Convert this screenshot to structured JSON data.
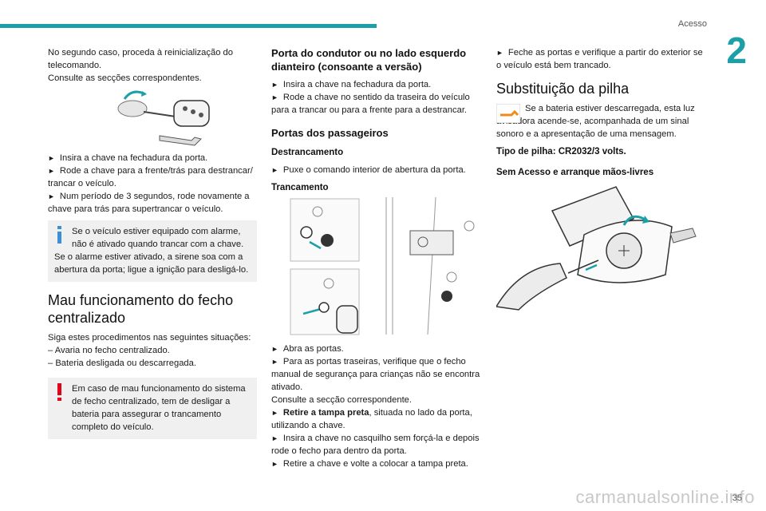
{
  "header": {
    "title": "Acesso",
    "chapter": "2",
    "page_number": "35"
  },
  "watermark": "carmanualsonline.info",
  "col1": {
    "intro": [
      "No segundo caso, proceda à reinicialização do telecomando.",
      "Consulte as secções correspondentes."
    ],
    "steps": [
      "Insira a chave na fechadura da porta.",
      "Rode a chave para a frente/trás para destrancar/ trancar o veículo.",
      "Num período de 3 segundos, rode novamente a chave para trás para supertrancar o veículo."
    ],
    "info_note": {
      "first": "Se o veículo estiver equipado com alarme, não é ativado quando trancar com a chave.",
      "second": "Se o alarme estiver ativado, a sirene soa com a abertura da porta; ligue a ignição para desligá-lo."
    },
    "section_title": "Mau funcionamento do fecho centralizado",
    "section_intro": "Siga estes procedimentos nas seguintes situações:",
    "situations": [
      "– Avaria no fecho centralizado.",
      "– Bateria desligada ou descarregada."
    ],
    "warning_note": "Em caso de mau funcionamento do sistema de fecho centralizado, tem de desligar a bateria para assegurar o trancamento completo do veículo."
  },
  "col2": {
    "heading1": "Porta do condutor ou no lado esquerdo dianteiro (consoante a versão)",
    "steps1": [
      "Insira a chave na fechadura da porta.",
      "Rode a chave no sentido da traseira do veículo para a trancar ou para a frente para a destrancar."
    ],
    "heading2": "Portas dos passageiros",
    "sub1": "Destrancamento",
    "unlock_step": "Puxe o comando interior de abertura da porta.",
    "sub2": "Trancamento",
    "lock_steps": {
      "s1": "Abra as portas.",
      "s2": "Para as portas traseiras, verifique que o fecho manual de segurança para crianças não se encontra ativado.",
      "s2b": "Consulte a secção correspondente.",
      "s3_bold": "Retire a tampa preta",
      "s3_rest": ", situada no lado da porta, utilizando a chave.",
      "s4": "Insira a chave no casquilho sem forçá-la e depois rode o fecho para dentro da porta.",
      "s5": "Retire a chave e volte a colocar a tampa preta."
    }
  },
  "col3": {
    "step": "Feche as portas e verifique a partir do exterior se o veículo está bem trancado.",
    "section_title": "Substituição da pilha",
    "battery_text": "Se a bateria estiver descarregada, esta luz avisadora acende-se, acompanhada de um sinal sonoro e a apresentação de uma mensagem.",
    "battery_type": "Tipo de pilha: CR2032/3 volts.",
    "subheading": "Sem Acesso e arranque mãos-livres"
  },
  "colors": {
    "accent": "#1aa0a6",
    "warning": "#e2001a",
    "info": "#3a8fd6",
    "warning_lamp": "#f08a1c"
  }
}
